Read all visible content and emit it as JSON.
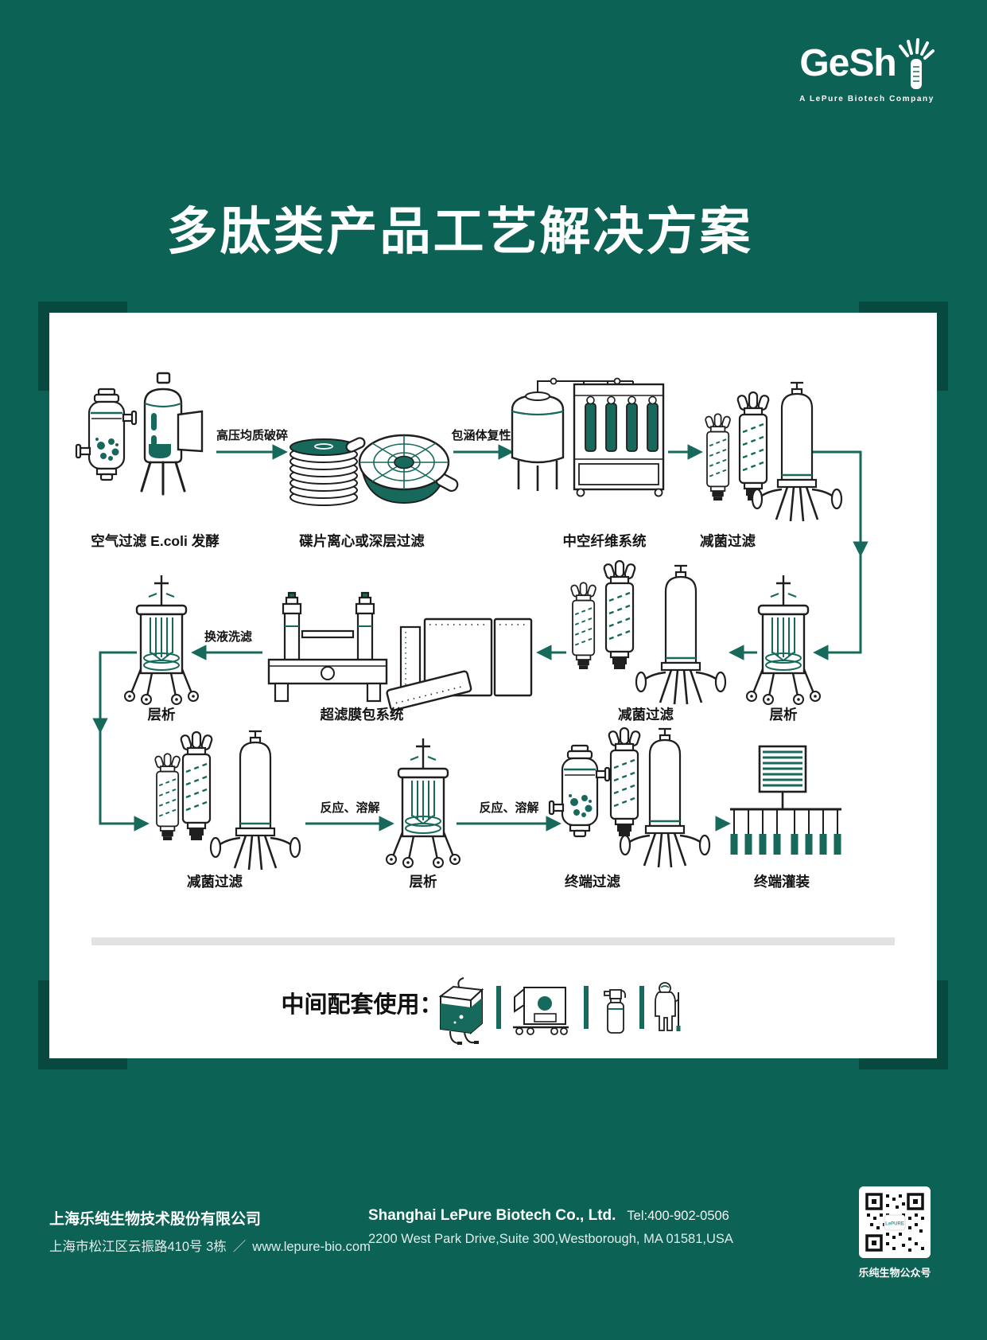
{
  "brand": {
    "name": "GeShi",
    "wordmark": "GeSh",
    "tagline": "A LePure Biotech Company"
  },
  "title": "多肽类产品工艺解决方案",
  "flow": {
    "row1": {
      "steps": [
        "空气过滤 E.coli 发酵",
        "碟片离心或深层过滤",
        "中空纤维系统",
        "减菌过滤"
      ],
      "arrow1": "高压均质破碎",
      "arrow2": "包涵体复性"
    },
    "row2": {
      "steps": [
        "层析",
        "超滤膜包系统",
        "减菌过滤",
        "层析"
      ],
      "arrow1": "换液洗滤"
    },
    "row3": {
      "steps": [
        "减菌过滤",
        "层析",
        "终端过滤",
        "终端灌装"
      ],
      "arrow1": "反应、溶解",
      "arrow2": "反应、溶解"
    }
  },
  "accessories": {
    "label": "中间配套使用：",
    "icons": [
      "single-use-bag",
      "transfer-cart",
      "spray-bottle",
      "cleanroom-suit"
    ]
  },
  "footer": {
    "cn_company": "上海乐纯生物技术股份有限公司",
    "cn_address": "上海市松江区云振路410号 3栋",
    "separator": "／",
    "website": "www.lepure-bio.com",
    "en_company": "Shanghai LePure Biotech Co., Ltd.",
    "tel": "Tel:400-902-0506",
    "en_address": "2200 West Park Drive,Suite 300,Westborough, MA 01581,USA",
    "qr_logo": "LePURE",
    "qr_caption": "乐纯生物公众号"
  },
  "colors": {
    "background": "#0C6255",
    "bracket": "#07493F",
    "accent": "#17695B",
    "ink": "#1F1F1F",
    "divider_gray": "#E2E2E2"
  }
}
